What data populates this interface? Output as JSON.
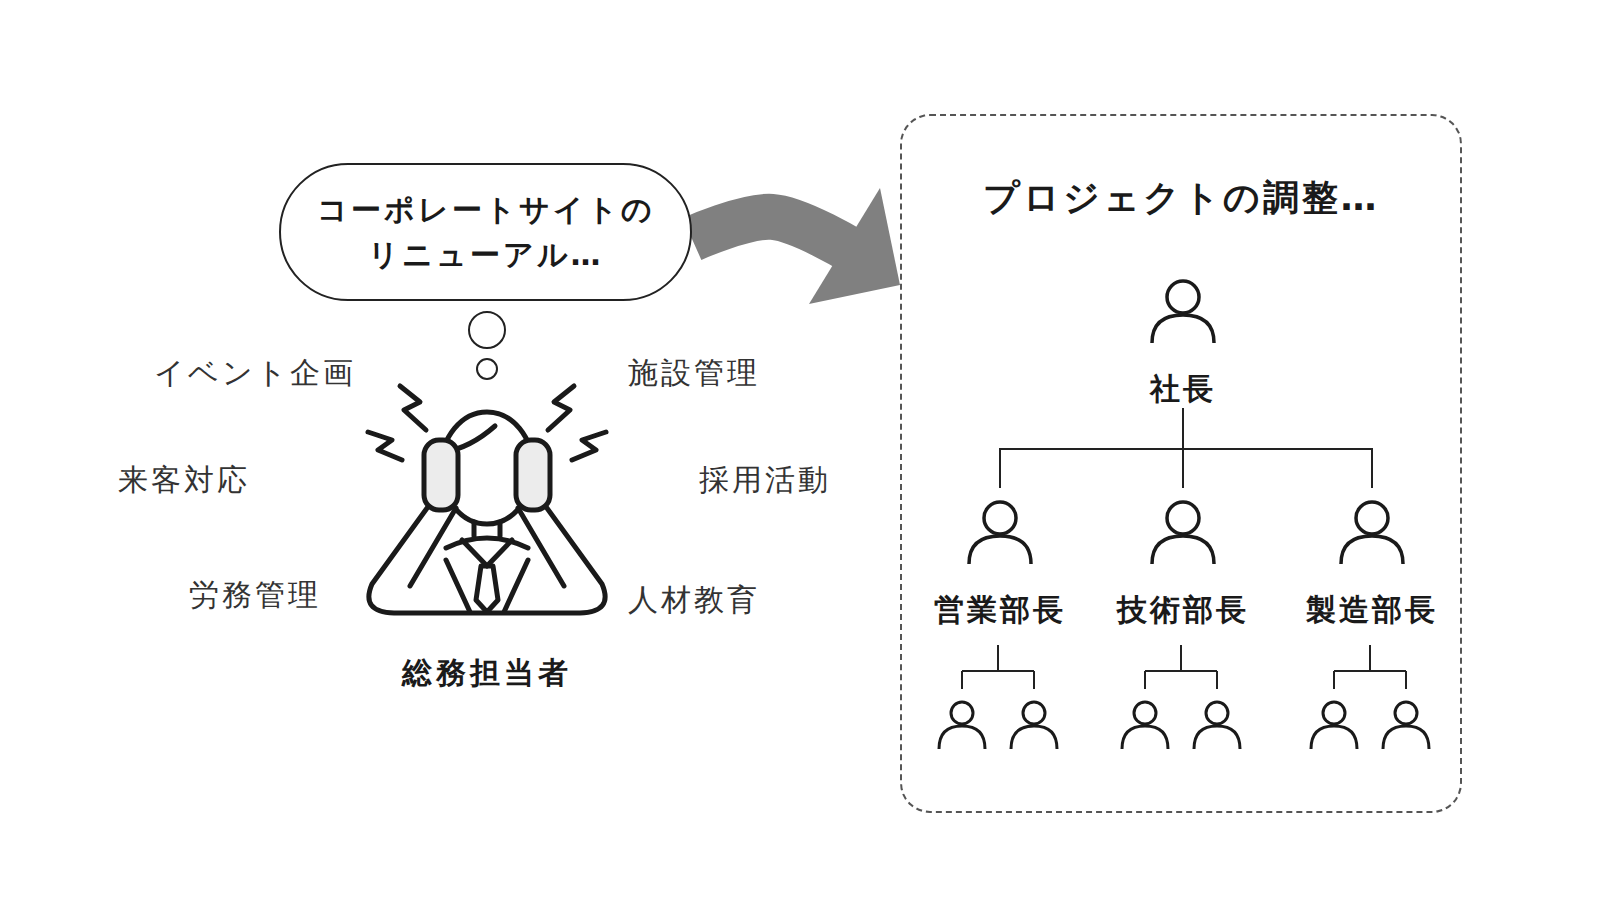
{
  "diagram": {
    "nodes": [
      {
        "text": [
          "イベント企画",
          "施設管理",
          "来客対応",
          "採用活動",
          "労務管理",
          "人材教育",
          "総務担当者"
        ]
      },
      {
        "text": [
          "コーポレートサイトの リニューアル…"
        ],
        "in": 0
      },
      {
        "text": [
          "プロジェクトの調整…"
        ]
      },
      {
        "text": [
          "社長"
        ],
        "in": 2
      },
      {
        "text": [
          "営業部長"
        ],
        "in": 2
      },
      {
        "text": [
          "技術部長"
        ],
        "in": 2
      },
      {
        "text": [
          "製造部長"
        ],
        "in": 2
      }
    ],
    "edges": [
      {
        "from": 1,
        "to": 2,
        "arrow": "to"
      },
      {
        "from": 3,
        "to": 4,
        "arrow": "none"
      },
      {
        "from": 3,
        "to": 5,
        "arrow": "none"
      },
      {
        "from": 3,
        "to": 6,
        "arrow": "none"
      }
    ]
  }
}
